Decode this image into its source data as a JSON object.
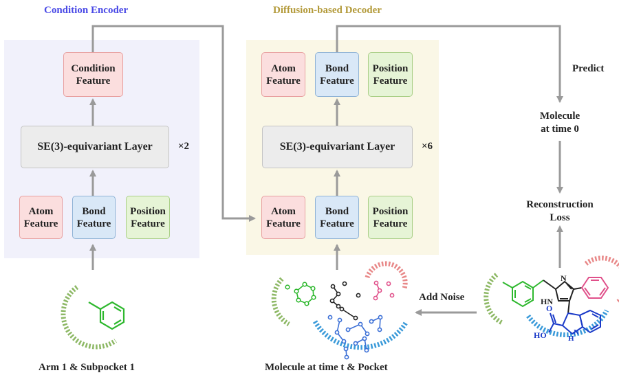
{
  "encoder": {
    "title": "Condition Encoder",
    "title_color": "#4a4ae6",
    "panel_color": "#f1f1fb",
    "condition_feature": "Condition\nFeature",
    "layer": "SE(3)-equivariant Layer",
    "repeat": "×2",
    "atom": "Atom\nFeature",
    "bond": "Bond\nFeature",
    "position": "Position\nFeature",
    "caption": "Arm 1 & Subpocket 1"
  },
  "decoder": {
    "title": "Diffusion-based Decoder",
    "title_color": "#b39a3a",
    "panel_color": "#faf7e6",
    "top_atom": "Atom\nFeature",
    "top_bond": "Bond\nFeature",
    "top_position": "Position\nFeature",
    "layer": "SE(3)-equivariant Layer",
    "repeat": "×6",
    "atom": "Atom\nFeature",
    "bond": "Bond\nFeature",
    "position": "Position\nFeature",
    "caption": "Molecule at time t & Pocket"
  },
  "right": {
    "predict": "Predict",
    "molecule_time0": "Molecule\nat time 0",
    "loss": "Reconstruction\nLoss",
    "add_noise": "Add Noise"
  },
  "molecule_labels": {
    "n": "N",
    "hn": "HN",
    "o": "O",
    "ho": "HO",
    "h": "H",
    "n_indole": "N"
  },
  "colors": {
    "arrow": "#9a9a9a",
    "green_pocket": "#8db865",
    "pink_pocket": "#e88888",
    "blue_pocket": "#3a9ad9"
  }
}
